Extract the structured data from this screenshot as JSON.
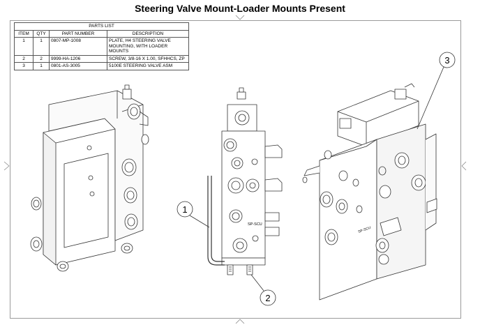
{
  "title": "Steering Valve Mount-Loader Mounts Present",
  "parts_list": {
    "caption": "PARTS LIST",
    "headers": [
      "ITEM",
      "QTY",
      "PART NUMBER",
      "DESCRIPTION"
    ],
    "rows": [
      {
        "item": "1",
        "qty": "1",
        "part_number": "0807-MP-1008",
        "description": "PLATE, H4 STEERING VALVE MOUNTING, WITH LOADER MOUNTS"
      },
      {
        "item": "2",
        "qty": "2",
        "part_number": "9999-HA-1206",
        "description": "SCREW, 3/8-16 X 1.00, SFHHCS, ZP"
      },
      {
        "item": "3",
        "qty": "1",
        "part_number": "0801-AS-3005",
        "description": "5100E STEERING VALVE ASM"
      }
    ]
  },
  "callouts": [
    "1",
    "2",
    "3"
  ],
  "port_labels": {
    "front_view": "SP-SCU",
    "iso_view": "SP-SCU"
  }
}
